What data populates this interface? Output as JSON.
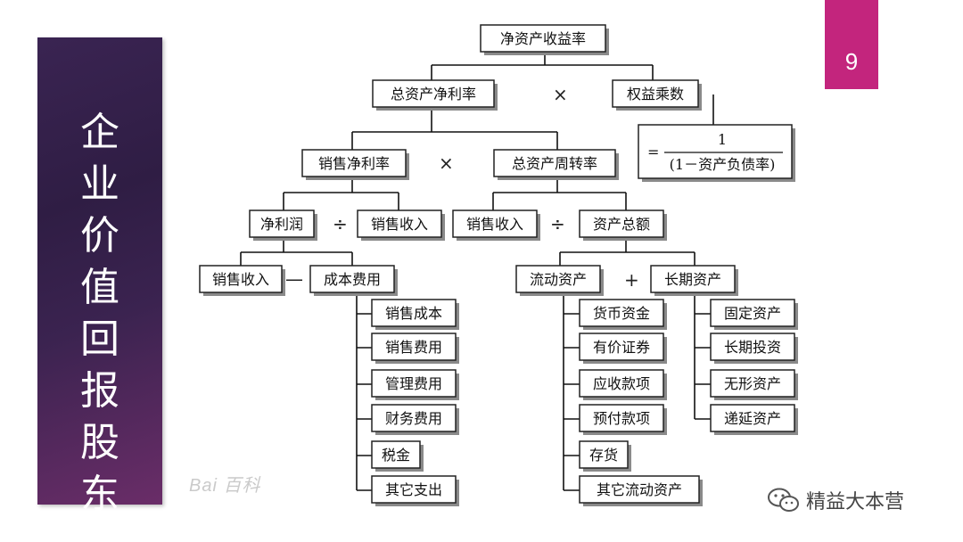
{
  "slide": {
    "side_title": [
      "企",
      "业",
      "价",
      "值",
      "回",
      "报",
      "股",
      "东"
    ],
    "page_number": "9",
    "watermark": "Bai 百科",
    "brand": "精益大本营",
    "colors": {
      "panel": "#3a2452",
      "badge": "#c3257d"
    }
  },
  "diagram": {
    "nodes": {
      "roe": "净资产收益率",
      "roa": "总资产净利率",
      "equity_multiplier": "权益乘数",
      "net_margin": "销售净利率",
      "asset_turnover": "总资产周转率",
      "net_profit": "净利润",
      "sales_revenue_a": "销售收入",
      "sales_revenue_b": "销售收入",
      "total_assets": "资产总额",
      "sales_revenue_c": "销售收入",
      "total_cost": "成本费用",
      "current_assets": "流动资产",
      "long_term_assets": "长期资产",
      "cost_items": [
        "销售成本",
        "销售费用",
        "管理费用",
        "财务费用",
        "税金",
        "其它支出"
      ],
      "current_items": [
        "货币资金",
        "有价证券",
        "应收款项",
        "预付款项",
        "存货",
        "其它流动资产"
      ],
      "long_term_items": [
        "固定资产",
        "长期投资",
        "无形资产",
        "递延资产"
      ]
    },
    "operators": {
      "times_1": "×",
      "times_2": "×",
      "divide_1": "÷",
      "divide_2": "÷",
      "minus": "—",
      "plus": "+"
    },
    "formula": {
      "equals": "=",
      "numerator": "1",
      "denominator": "(1－资产负债率)"
    }
  }
}
